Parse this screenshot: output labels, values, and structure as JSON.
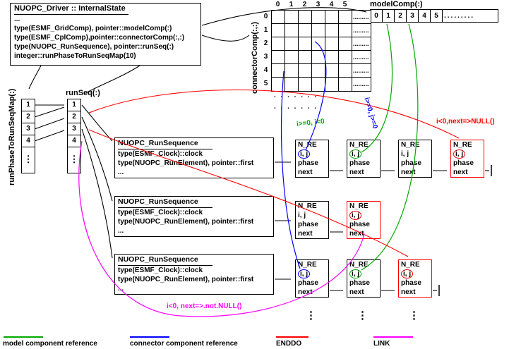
{
  "driver": {
    "title": "NUOPC_Driver :: InternalState",
    "lines": [
      "...",
      "type(ESMF_GridComp), pointer::modelComp(:)",
      "type(ESMF_CplComp),pointer::connectorComp(:,:)",
      "type(NUOPC_RunSequence), pointer::runSeq(:)",
      "integer::runPhaseToRunSeqMap(10)"
    ]
  },
  "model_comp": {
    "label": "modelComp(:)",
    "cells": [
      "0",
      "1",
      "2",
      "3",
      "4",
      "5"
    ],
    "ellipsis": "........."
  },
  "connector_comp": {
    "label": "connectorComp(:,:)",
    "col_headers": [
      "0",
      "1",
      "2",
      "3",
      "4",
      "5"
    ],
    "row_headers": [
      "0",
      "1",
      "2",
      "3",
      "4",
      "5"
    ],
    "row_ellipsis": ".........",
    "continuation_dots": ".  .  .  .  .  .  ."
  },
  "run_phase_map": {
    "label": "runPhaseToRunSeqMap(:)",
    "cells": [
      "1",
      "2",
      "3",
      "4"
    ],
    "more": "⋮"
  },
  "run_seq": {
    "label": "runSeq(:)",
    "cells": [
      "1",
      "2",
      "3",
      "4"
    ],
    "more": "⋮"
  },
  "run_sequences": [
    {
      "title": "NUOPC_RunSequence",
      "lines": [
        "type(ESMF_Clock)::clock",
        "type(NUOPC_RunElement), pointer::first",
        "..."
      ]
    },
    {
      "title": "NUOPC_RunSequence",
      "lines": [
        "type(ESMF_Clock)::clock",
        "type(NUOPC_RunElement), pointer::first",
        "..."
      ]
    },
    {
      "title": "NUOPC_RunSequence",
      "lines": [
        "type(ESMF_Clock)::clock",
        "type(NUOPC_RunElement), pointer::first",
        "..."
      ]
    }
  ],
  "run_element_rows": [
    {
      "boxes": [
        {
          "title": "N_RE",
          "ij": "i, j",
          "phase": "phase",
          "next": "next",
          "oval": "blue",
          "end": false
        },
        {
          "title": "N_RE",
          "ij": "i, j",
          "phase": "phase",
          "next": "next",
          "oval": "green",
          "end": false
        },
        {
          "title": "N_RE",
          "ij": "i, j",
          "phase": "phase",
          "next": "next",
          "oval": null,
          "end": false
        },
        {
          "title": "N_RE",
          "ij": "i, j",
          "phase": "phase",
          "next": "next",
          "oval": "red",
          "end": true
        }
      ]
    },
    {
      "boxes": [
        {
          "title": "N_RE",
          "ij": "i, j",
          "phase": "phase",
          "next": "next",
          "oval": null,
          "end": false
        },
        {
          "title": "N_RE",
          "ij": "i, j",
          "phase": "phase",
          "next": "next",
          "oval": "red",
          "end": true
        }
      ]
    },
    {
      "boxes": [
        {
          "title": "N_RE",
          "ij": "i, j",
          "phase": "phase",
          "next": "next",
          "oval": "blue",
          "end": false
        },
        {
          "title": "N_RE",
          "ij": "i, j",
          "phase": "phase",
          "next": "next",
          "oval": "green",
          "end": false
        },
        {
          "title": "N_RE",
          "ij": "i, j",
          "phase": "phase",
          "next": "next",
          "oval": "red",
          "end": true
        }
      ]
    }
  ],
  "chain_dots": "⋮",
  "annotations": {
    "model": "i>=0, j<0",
    "connector": "i>=0, j>=0",
    "enddo": "i<0,next=>NULL()",
    "link": "i<0, next=>.not.NULL()"
  },
  "legend": [
    {
      "label": "model component reference",
      "color": "#00aa00"
    },
    {
      "label": "connector component reference",
      "color": "#0000ff"
    },
    {
      "label": "ENDDO",
      "color": "#ff0000"
    },
    {
      "label": "LINK",
      "color": "#ff00ff"
    }
  ],
  "colors": {
    "model": "#00aa00",
    "connector": "#0000ff",
    "enddo": "#ff0000",
    "link": "#ff00ff",
    "line": "#000000"
  }
}
